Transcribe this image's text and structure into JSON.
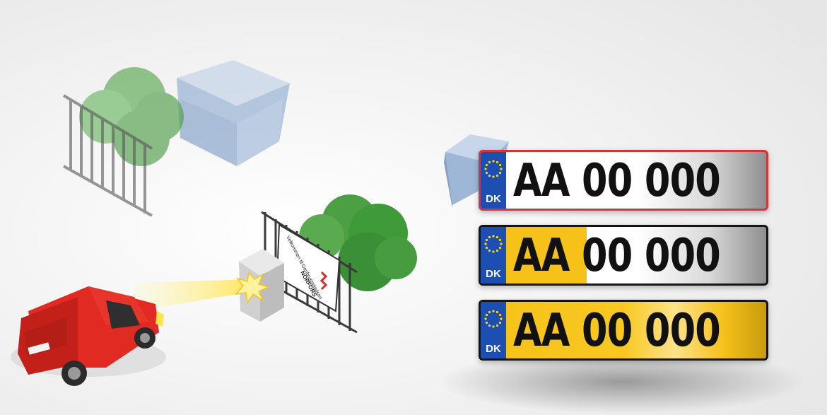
{
  "scene": {
    "sign_text": "Velkommen til Genbrugspladsen",
    "sign_brand": "NORFORS"
  },
  "plates": [
    {
      "country": "DK",
      "text": "AA 00 000",
      "border_color": "#d8323a",
      "background": "white"
    },
    {
      "country": "DK",
      "text": "AA 00 000",
      "border_color": "#151515",
      "background": "white with yellow left section"
    },
    {
      "country": "DK",
      "text": "AA 00 000",
      "border_color": "#151515",
      "background": "yellow"
    }
  ],
  "colors": {
    "eu_blue": "#1d4fb3",
    "plate_yellow": "#f6c21a",
    "plate_red_border": "#d8323a",
    "van_red": "#e02a22",
    "bush_green": "#3f9a3a",
    "container_blue": "#9fb7d6"
  }
}
